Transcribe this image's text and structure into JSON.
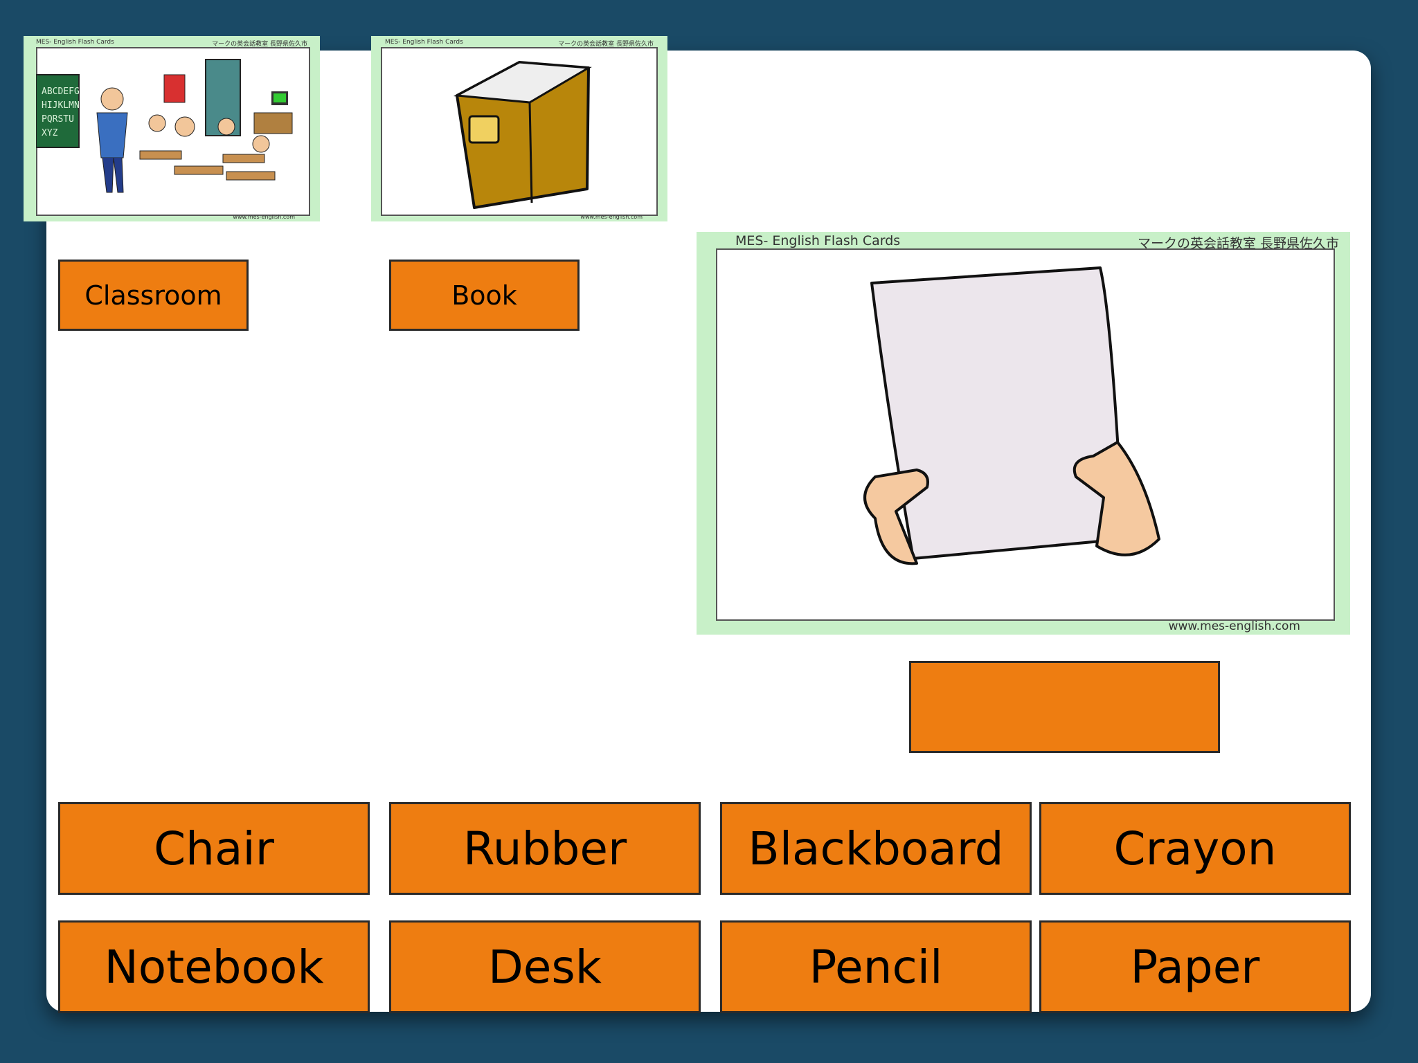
{
  "cards": {
    "classroom": {
      "header_left": "MES- English    Flash Cards",
      "header_right": "マークの英会話教室 長野県佐久市",
      "footer": "www.mes-english.com"
    },
    "book": {
      "header_left": "MES- English    Flash Cards",
      "header_right": "マークの英会話教室 長野県佐久市",
      "footer": "www.mes-english.com"
    },
    "paper": {
      "header_left": "MES- English    Flash Cards",
      "header_right": "マークの英会話教室 長野県佐久市",
      "footer": "www.mes-english.com"
    }
  },
  "labels": {
    "classroom": "Classroom",
    "book": "Book",
    "answer": ""
  },
  "word_bank": {
    "chair": "Chair",
    "rubber": "Rubber",
    "blackboard": "Blackboard",
    "crayon": "Crayon",
    "notebook": "Notebook",
    "desk": "Desk",
    "pencil": "Pencil",
    "paper": "Paper"
  },
  "colors": {
    "background": "#1a4a66",
    "slide": "#ffffff",
    "box": "#ee7d11",
    "card_border": "#c8f0c8"
  }
}
